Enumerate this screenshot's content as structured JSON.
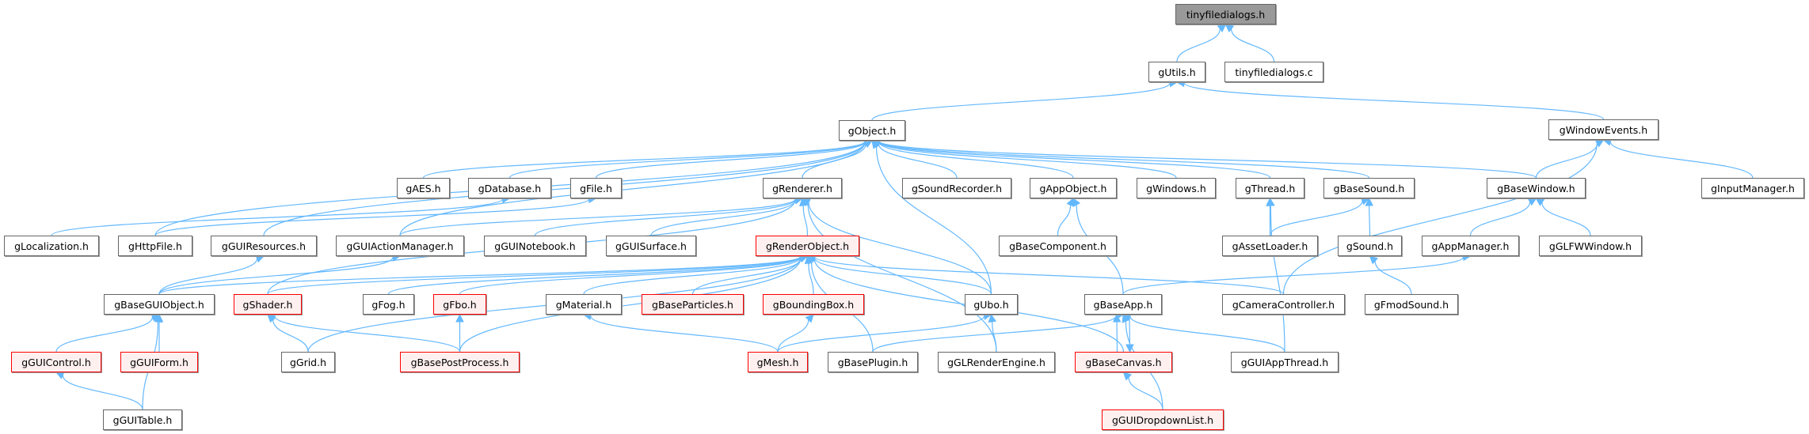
{
  "colors": {
    "edge": "#63b8ff",
    "node_border": "#666666",
    "highlight_border": "#ff0000",
    "highlight_fill": "#fff0f0",
    "root_fill": "#999999"
  },
  "nodes": [
    {
      "id": "tinyfiledialogs_h",
      "label": "tinyfiledialogs.h",
      "style": "root"
    },
    {
      "id": "gUtils",
      "label": "gUtils.h"
    },
    {
      "id": "tinyfiledialogs_c",
      "label": "tinyfiledialogs.c"
    },
    {
      "id": "gObject",
      "label": "gObject.h"
    },
    {
      "id": "gWindowEvents",
      "label": "gWindowEvents.h"
    },
    {
      "id": "gAES",
      "label": "gAES.h"
    },
    {
      "id": "gDatabase",
      "label": "gDatabase.h"
    },
    {
      "id": "gFile",
      "label": "gFile.h"
    },
    {
      "id": "gRenderer",
      "label": "gRenderer.h"
    },
    {
      "id": "gSoundRecorder",
      "label": "gSoundRecorder.h"
    },
    {
      "id": "gAppObject",
      "label": "gAppObject.h"
    },
    {
      "id": "gWindows",
      "label": "gWindows.h"
    },
    {
      "id": "gThread",
      "label": "gThread.h"
    },
    {
      "id": "gBaseSound",
      "label": "gBaseSound.h"
    },
    {
      "id": "gBaseWindow",
      "label": "gBaseWindow.h"
    },
    {
      "id": "gInputManager",
      "label": "gInputManager.h"
    },
    {
      "id": "gLocalization",
      "label": "gLocalization.h"
    },
    {
      "id": "gHttpFile",
      "label": "gHttpFile.h"
    },
    {
      "id": "gGUIResources",
      "label": "gGUIResources.h"
    },
    {
      "id": "gGUIActionManager",
      "label": "gGUIActionManager.h"
    },
    {
      "id": "gGUINotebook",
      "label": "gGUINotebook.h"
    },
    {
      "id": "gGUISurface",
      "label": "gGUISurface.h"
    },
    {
      "id": "gRenderObject",
      "label": "gRenderObject.h",
      "style": "red"
    },
    {
      "id": "gBaseComponent",
      "label": "gBaseComponent.h"
    },
    {
      "id": "gAssetLoader",
      "label": "gAssetLoader.h"
    },
    {
      "id": "gSound",
      "label": "gSound.h"
    },
    {
      "id": "gAppManager",
      "label": "gAppManager.h"
    },
    {
      "id": "gGLFWWindow",
      "label": "gGLFWWindow.h"
    },
    {
      "id": "gBaseGUIObject",
      "label": "gBaseGUIObject.h"
    },
    {
      "id": "gShader",
      "label": "gShader.h",
      "style": "red"
    },
    {
      "id": "gFog",
      "label": "gFog.h"
    },
    {
      "id": "gFbo",
      "label": "gFbo.h",
      "style": "red"
    },
    {
      "id": "gMaterial",
      "label": "gMaterial.h"
    },
    {
      "id": "gBaseParticles",
      "label": "gBaseParticles.h",
      "style": "red"
    },
    {
      "id": "gBoundingBox",
      "label": "gBoundingBox.h",
      "style": "red"
    },
    {
      "id": "gUbo",
      "label": "gUbo.h"
    },
    {
      "id": "gBaseApp",
      "label": "gBaseApp.h"
    },
    {
      "id": "gCameraController",
      "label": "gCameraController.h"
    },
    {
      "id": "gFmodSound",
      "label": "gFmodSound.h"
    },
    {
      "id": "gGUIControl",
      "label": "gGUIControl.h",
      "style": "red"
    },
    {
      "id": "gGUIForm",
      "label": "gGUIForm.h",
      "style": "red"
    },
    {
      "id": "gGrid",
      "label": "gGrid.h"
    },
    {
      "id": "gBasePostProcess",
      "label": "gBasePostProcess.h",
      "style": "red"
    },
    {
      "id": "gMesh",
      "label": "gMesh.h",
      "style": "red"
    },
    {
      "id": "gBasePlugin",
      "label": "gBasePlugin.h"
    },
    {
      "id": "gGLRenderEngine",
      "label": "gGLRenderEngine.h"
    },
    {
      "id": "gBaseCanvas",
      "label": "gBaseCanvas.h",
      "style": "red"
    },
    {
      "id": "gGUIAppThread",
      "label": "gGUIAppThread.h"
    },
    {
      "id": "gGUITable",
      "label": "gGUITable.h"
    },
    {
      "id": "gGUIDropdownList",
      "label": "gGUIDropdownList.h",
      "style": "red"
    }
  ],
  "edges": [
    [
      "gUtils",
      "tinyfiledialogs_h"
    ],
    [
      "tinyfiledialogs_c",
      "tinyfiledialogs_h"
    ],
    [
      "gObject",
      "gUtils"
    ],
    [
      "gWindowEvents",
      "gUtils"
    ],
    [
      "gAES",
      "gObject"
    ],
    [
      "gDatabase",
      "gObject"
    ],
    [
      "gFile",
      "gObject"
    ],
    [
      "gHttpFile",
      "gObject"
    ],
    [
      "gGUIResources",
      "gObject"
    ],
    [
      "gGUIActionManager",
      "gObject"
    ],
    [
      "gRenderer",
      "gObject"
    ],
    [
      "gUbo",
      "gObject"
    ],
    [
      "gSoundRecorder",
      "gObject"
    ],
    [
      "gAppObject",
      "gObject"
    ],
    [
      "gWindows",
      "gObject"
    ],
    [
      "gThread",
      "gObject"
    ],
    [
      "gBaseSound",
      "gObject"
    ],
    [
      "gBaseWindow",
      "gObject"
    ],
    [
      "gLocalization",
      "gDatabase"
    ],
    [
      "gHttpFile",
      "gFile"
    ],
    [
      "gGUIActionManager",
      "gRenderer"
    ],
    [
      "gGUINotebook",
      "gRenderer"
    ],
    [
      "gGUISurface",
      "gRenderer"
    ],
    [
      "gRenderObject",
      "gRenderer"
    ],
    [
      "gShader",
      "gRenderer"
    ],
    [
      "gUbo",
      "gRenderer"
    ],
    [
      "gGLRenderEngine",
      "gRenderer"
    ],
    [
      "gBaseGUIObject",
      "gRenderObject"
    ],
    [
      "gShader",
      "gRenderObject"
    ],
    [
      "gGrid",
      "gRenderObject"
    ],
    [
      "gFog",
      "gRenderObject"
    ],
    [
      "gFbo",
      "gRenderObject"
    ],
    [
      "gBasePostProcess",
      "gRenderObject"
    ],
    [
      "gMaterial",
      "gRenderObject"
    ],
    [
      "gBaseParticles",
      "gRenderObject"
    ],
    [
      "gBoundingBox",
      "gRenderObject"
    ],
    [
      "gUbo",
      "gRenderObject"
    ],
    [
      "gBasePlugin",
      "gRenderObject"
    ],
    [
      "gBaseCanvas",
      "gRenderObject"
    ],
    [
      "gCameraController",
      "gRenderObject"
    ],
    [
      "gBaseGUIObject",
      "gGUIResources"
    ],
    [
      "gBaseGUIObject",
      "gGUIActionManager"
    ],
    [
      "gGUIControl",
      "gBaseGUIObject"
    ],
    [
      "gGUIForm",
      "gBaseGUIObject"
    ],
    [
      "gGUITable",
      "gBaseGUIObject"
    ],
    [
      "gGUITable",
      "gGUIControl"
    ],
    [
      "gGrid",
      "gShader"
    ],
    [
      "gBasePostProcess",
      "gShader"
    ],
    [
      "gBasePostProcess",
      "gFbo"
    ],
    [
      "gMesh",
      "gMaterial"
    ],
    [
      "gMesh",
      "gBoundingBox"
    ],
    [
      "gMesh",
      "gUbo"
    ],
    [
      "gGLRenderEngine",
      "gUbo"
    ],
    [
      "gBaseComponent",
      "gAppObject"
    ],
    [
      "gBaseApp",
      "gAppObject"
    ],
    [
      "gAssetLoader",
      "gThread"
    ],
    [
      "gGUIAppThread",
      "gThread"
    ],
    [
      "gAssetLoader",
      "gBaseSound"
    ],
    [
      "gSound",
      "gBaseSound"
    ],
    [
      "gFmodSound",
      "gSound"
    ],
    [
      "gBaseWindow",
      "gWindowEvents"
    ],
    [
      "gInputManager",
      "gWindowEvents"
    ],
    [
      "gCameraController",
      "gWindowEvents"
    ],
    [
      "gAppManager",
      "gBaseWindow"
    ],
    [
      "gGLFWWindow",
      "gBaseWindow"
    ],
    [
      "gBaseApp",
      "gAppManager"
    ],
    [
      "gBasePlugin",
      "gBaseApp"
    ],
    [
      "gBaseCanvas",
      "gBaseApp"
    ],
    [
      "gGUIAppThread",
      "gBaseApp"
    ],
    [
      "gGUIDropdownList",
      "gBaseApp"
    ],
    [
      "gBaseApp",
      "gBaseCanvas"
    ],
    [
      "gGUIDropdownList",
      "gBaseCanvas"
    ]
  ]
}
